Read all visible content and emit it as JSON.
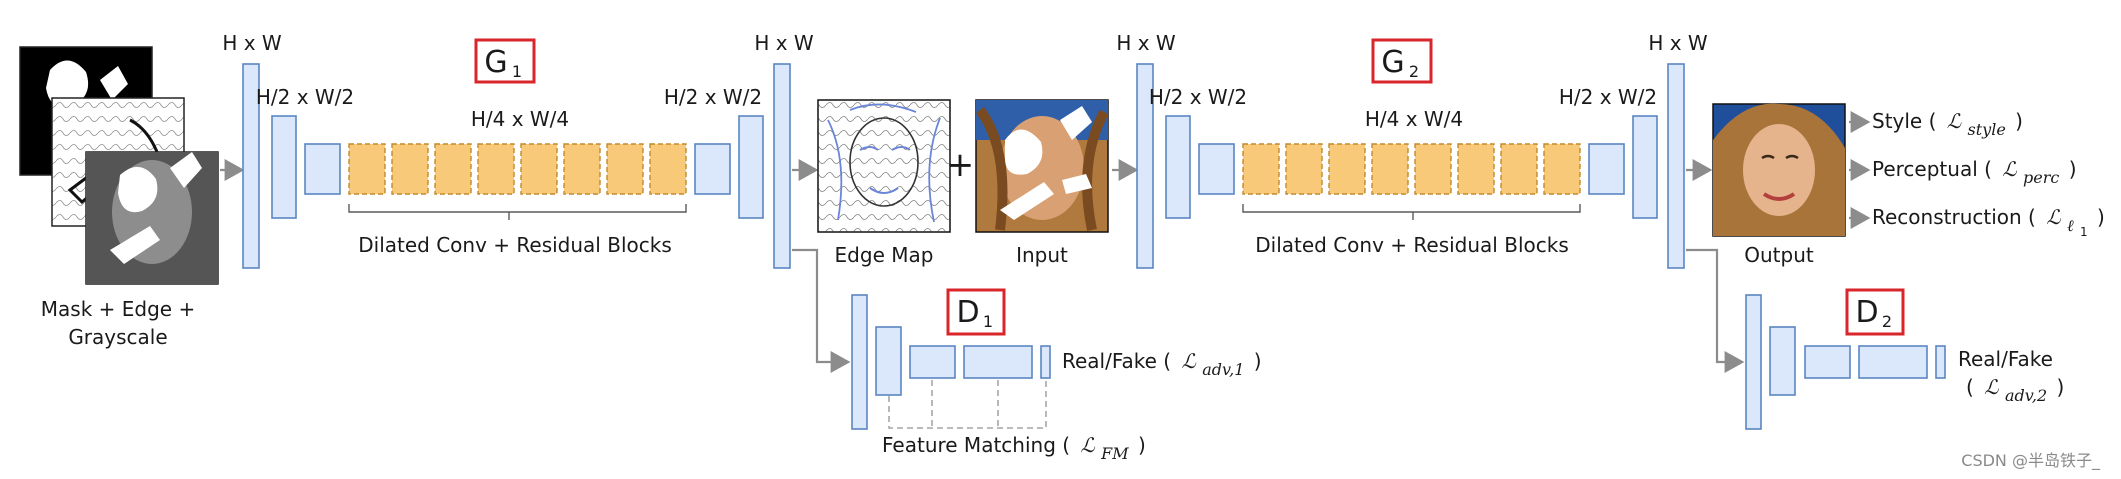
{
  "g1": {
    "letter": "G",
    "sub": "1"
  },
  "g2": {
    "letter": "G",
    "sub": "2"
  },
  "d1": {
    "letter": "D",
    "sub": "1"
  },
  "d2": {
    "letter": "D",
    "sub": "2"
  },
  "dims": {
    "full": "H x W",
    "half": "H/2 x W/2",
    "quarter": "H/4 x W/4"
  },
  "labels": {
    "input_stack_line1": "Mask + Edge +",
    "input_stack_line2": "Grayscale",
    "dilated1": "Dilated Conv + Residual Blocks",
    "dilated2": "Dilated Conv + Residual Blocks",
    "edge_map": "Edge Map",
    "input": "Input",
    "output": "Output",
    "plus": "+"
  },
  "losses": {
    "style_prefix": "Style (",
    "style_sym": "ℒ",
    "style_sub": "style",
    "perc_prefix": "Perceptual (",
    "perc_sym": "ℒ",
    "perc_sub": "perc",
    "recon_prefix": "Reconstruction (",
    "recon_sym": "ℒ",
    "recon_sub": "ℓ",
    "recon_sub2": "1",
    "close": ")",
    "d1_prefix": "Real/Fake (",
    "d1_sym": "ℒ",
    "d1_sub": "adv,1",
    "d2_line1": "Real/Fake",
    "d2_prefix": "(",
    "d2_sym": "ℒ",
    "d2_sub": "adv,2",
    "fm_prefix": "Feature Matching (",
    "fm_sym": "ℒ",
    "fm_sub": "FM"
  },
  "watermark": "CSDN @半岛铁子_",
  "colors": {
    "block_fill": "#dbe7fa",
    "block_stroke": "#5b86c2",
    "residual_fill": "#f9c97a",
    "title_box": "#d8262a",
    "arrow": "#8c8c8c"
  },
  "icons": [
    "mask-edge-grayscale-stack",
    "edge-map-sketch",
    "masked-face-photo",
    "output-face-photo"
  ]
}
